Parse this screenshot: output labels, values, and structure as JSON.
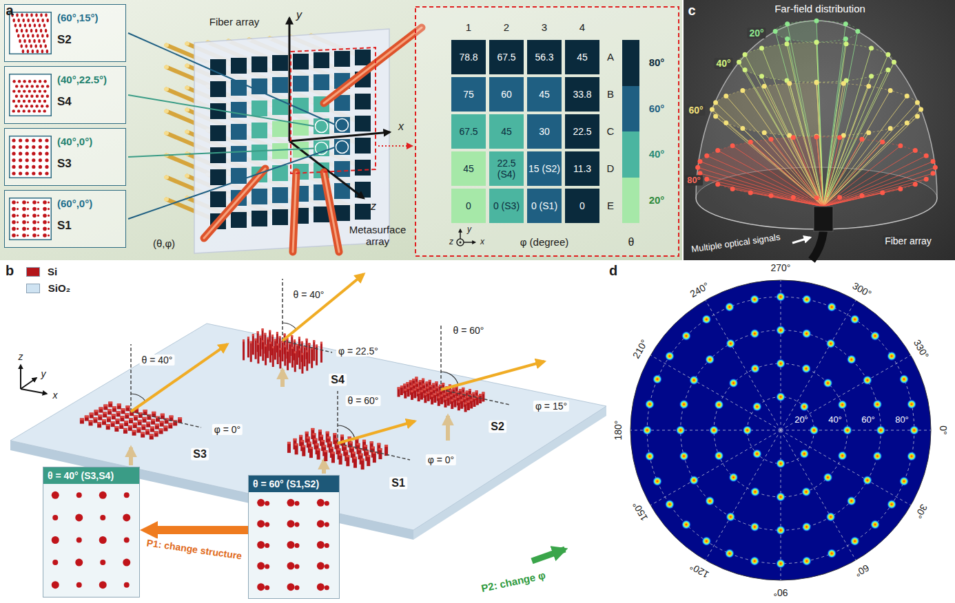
{
  "diagram": {
    "nodes": [
      {
        "text": [
          "(60°,15°)",
          "S2"
        ]
      },
      {
        "text": [
          "(40°,22.5°)",
          "S4"
        ]
      },
      {
        "text": [
          "(40°,0°)",
          "S3"
        ]
      },
      {
        "text": [
          "(60°,0°)",
          "S1"
        ]
      },
      {
        "text": [
          "θ = 40° (S3,S4)"
        ]
      },
      {
        "text": [
          "θ = 60° (S1,S2)"
        ]
      }
    ],
    "edges": [
      {
        "from": 5,
        "to": 4,
        "arrow": "to",
        "label": "P1: change structure"
      }
    ],
    "labels": [
      "a",
      "Fiber array",
      "y",
      "x",
      "z",
      "Metasurface array",
      "(θ,φ)",
      "1",
      "2",
      "3",
      "4",
      "78.8",
      "67.5",
      "56.3",
      "45",
      "A",
      "75",
      "60",
      "45",
      "33.8",
      "B",
      "67.5",
      "45",
      "30",
      "22.5",
      "C",
      "45",
      "22.5 (S4)",
      "15 (S2)",
      "11.3",
      "D",
      "0",
      "0 (S3)",
      "0 (S1)",
      "0",
      "E",
      "y",
      "x",
      "z",
      "φ (degree)",
      "θ",
      "c",
      "Far-field distribution",
      "20°",
      "40°",
      "60°",
      "80°",
      "Fiber array",
      "Multiple optical signals",
      "b",
      "θ = 40°",
      "φ = 0°",
      "θ = 40°",
      "φ = 22.5°",
      "θ = 60°",
      "φ = 0°",
      "θ = 60°",
      "φ = 15°",
      "S3",
      "S4",
      "S1",
      "S2",
      "z",
      "y",
      "x",
      "P2: change φ",
      "d",
      "0°",
      "30°",
      "60°",
      "90°",
      "120°",
      "150°",
      "180°",
      "210°",
      "240°",
      "270°",
      "300°",
      "330°",
      "20°",
      "40°",
      "60°",
      "80°"
    ],
    "legend": [
      {
        "text": "Si",
        "color": "#b3161b"
      },
      {
        "text": "SiO₂",
        "color": "#cfe3f2"
      },
      {
        "text": "80°",
        "color": "#0a2a3c"
      },
      {
        "text": "60°",
        "color": "#1f5f82"
      },
      {
        "text": "40°",
        "color": "#4bb5a0"
      },
      {
        "text": "20°",
        "color": "#a6e8a8"
      }
    ]
  }
}
